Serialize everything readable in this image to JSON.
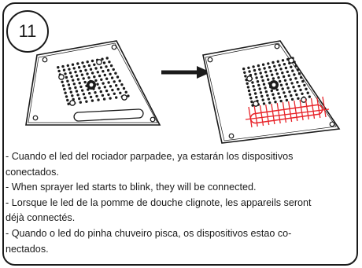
{
  "step": {
    "number": "11"
  },
  "illustration": {
    "left_panel": "shower-head-panel",
    "arrow": "arrow-right",
    "right_panel": "shower-head-panel-blinking",
    "blink_color": "#e8242a"
  },
  "instructions": {
    "es": {
      "line1": "-  Cuando el led del rociador parpadee, ya estarán los dispositivos",
      "line2": "conectados."
    },
    "en": {
      "line1": "- When sprayer led starts to blink, they will be connected."
    },
    "fr": {
      "line1": "- Lorsque le led de la pomme de douche clignote, les appareils seront",
      "line2": "déjà connectés."
    },
    "pt": {
      "line1": "- Quando o led do pinha chuveiro pisca, os dispositivos estao co-",
      "line2": "nectados."
    }
  }
}
